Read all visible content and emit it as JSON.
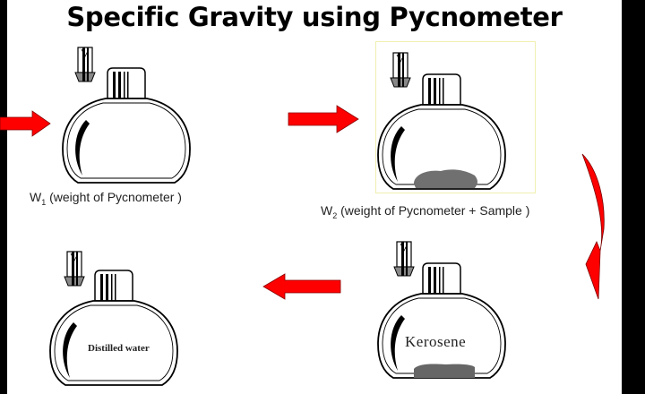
{
  "title": "Specific Gravity using Pycnometer",
  "steps": [
    {
      "id": "w1",
      "caption_prefix": "W",
      "caption_sub": "1",
      "caption_rest": " (weight of Pycnometer )",
      "contents": "empty",
      "flask_label": ""
    },
    {
      "id": "w2",
      "caption_prefix": "W",
      "caption_sub": "2",
      "caption_rest": " (weight of Pycnometer + Sample )",
      "contents": "sample",
      "flask_label": ""
    },
    {
      "id": "w3",
      "caption_prefix": "",
      "caption_sub": "",
      "caption_rest": "",
      "contents": "sample + kerosene",
      "flask_label": "Kerosene"
    },
    {
      "id": "w4",
      "caption_prefix": "",
      "caption_sub": "",
      "caption_rest": "",
      "contents": "distilled water",
      "flask_label": "Distilled water"
    }
  ],
  "arrows": [
    {
      "id": "into-w1",
      "direction": "right"
    },
    {
      "id": "w1-to-w2",
      "direction": "right"
    },
    {
      "id": "w2-to-w3",
      "direction": "curved-down"
    },
    {
      "id": "w3-to-w4",
      "direction": "left"
    }
  ],
  "colors": {
    "arrow": "#ff0000",
    "sample": "#6e6e6e",
    "background": "#ffffff",
    "frame": "#000000",
    "highlight_box": "#f5f5c0"
  }
}
